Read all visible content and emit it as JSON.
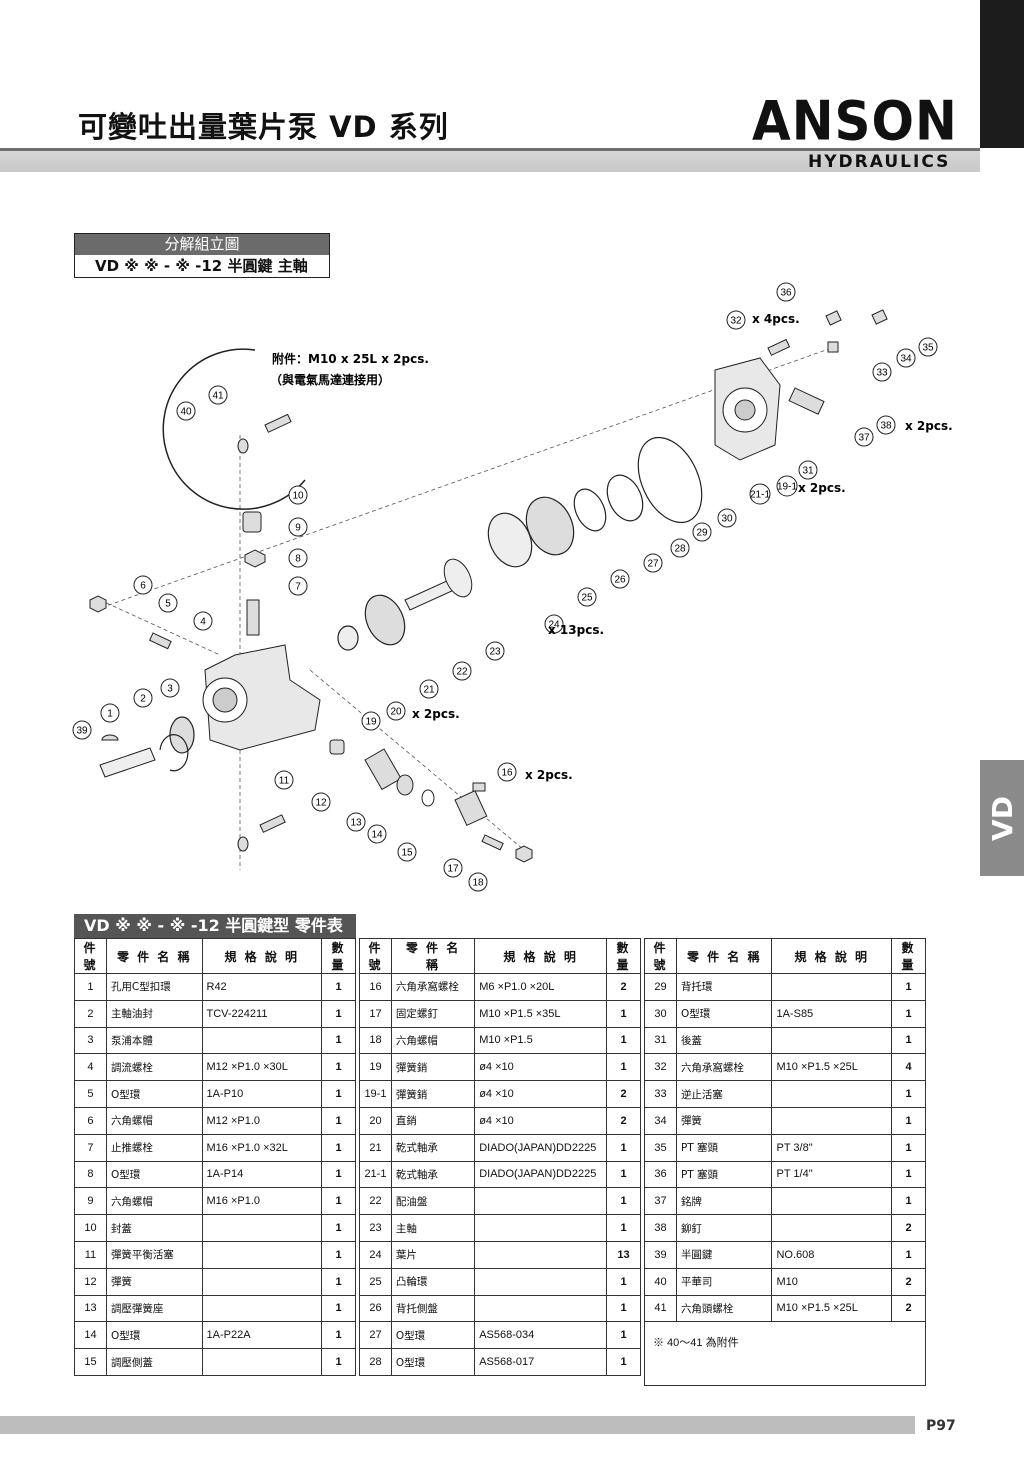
{
  "header": {
    "title": "可變吐出量葉片泵 VD 系列",
    "brand": "ANSON",
    "brand_sub": "HYDRAULICS"
  },
  "side_tab": "VD",
  "subtitle": {
    "top": "分解組立圖",
    "bottom": "VD ※ ※ - ※ -12 半圓鍵 主軸"
  },
  "diagram": {
    "note_line1": "附件：M10 x 25L x 2pcs.",
    "note_line2": "（與電氣馬達連接用）",
    "qty_labels": [
      "x 4pcs.",
      "x 2pcs.",
      "x 2pcs.",
      "x 13pcs.",
      "x 2pcs.",
      "x 2pcs."
    ],
    "callouts": [
      "36",
      "32",
      "35",
      "34",
      "33",
      "38",
      "37",
      "31",
      "19-1",
      "21-1",
      "30",
      "29",
      "28",
      "27",
      "26",
      "25",
      "24",
      "23",
      "22",
      "21",
      "20",
      "19",
      "41",
      "40",
      "10",
      "9",
      "8",
      "7",
      "6",
      "5",
      "4",
      "3",
      "2",
      "1",
      "39",
      "16",
      "11",
      "12",
      "13",
      "14",
      "15",
      "17",
      "18"
    ]
  },
  "table": {
    "title": "VD ※ ※ - ※ -12  半圓鍵型  零件表",
    "headers": [
      "件號",
      "零 件 名 稱",
      "規 格 說 明",
      "數量"
    ],
    "col1": [
      [
        "1",
        "孔用C型扣環",
        "R42",
        "1"
      ],
      [
        "2",
        "主軸油封",
        "TCV-224211",
        "1"
      ],
      [
        "3",
        "泵浦本體",
        "",
        "1"
      ],
      [
        "4",
        "調流螺栓",
        "M12 ×P1.0 ×30L",
        "1"
      ],
      [
        "5",
        "O型環",
        "1A-P10",
        "1"
      ],
      [
        "6",
        "六角螺帽",
        "M12 ×P1.0",
        "1"
      ],
      [
        "7",
        "止推螺栓",
        "M16 ×P1.0 ×32L",
        "1"
      ],
      [
        "8",
        "O型環",
        "1A-P14",
        "1"
      ],
      [
        "9",
        "六角螺帽",
        "M16 ×P1.0",
        "1"
      ],
      [
        "10",
        "封蓋",
        "",
        "1"
      ],
      [
        "11",
        "彈簧平衡活塞",
        "",
        "1"
      ],
      [
        "12",
        "彈簧",
        "",
        "1"
      ],
      [
        "13",
        "調壓彈簧座",
        "",
        "1"
      ],
      [
        "14",
        "O型環",
        "1A-P22A",
        "1"
      ],
      [
        "15",
        "調壓側蓋",
        "",
        "1"
      ]
    ],
    "col2": [
      [
        "16",
        "六角承窩螺栓",
        "M6 ×P1.0 ×20L",
        "2"
      ],
      [
        "17",
        "固定螺釘",
        "M10 ×P1.5 ×35L",
        "1"
      ],
      [
        "18",
        "六角螺帽",
        "M10 ×P1.5",
        "1"
      ],
      [
        "19",
        "彈簧銷",
        "ø4 ×10",
        "1"
      ],
      [
        "19-1",
        "彈簧銷",
        "ø4 ×10",
        "2"
      ],
      [
        "20",
        "直銷",
        "ø4 ×10",
        "2"
      ],
      [
        "21",
        "乾式軸承",
        "DIADO(JAPAN)DD2225",
        "1"
      ],
      [
        "21-1",
        "乾式軸承",
        "DIADO(JAPAN)DD2225",
        "1"
      ],
      [
        "22",
        "配油盤",
        "",
        "1"
      ],
      [
        "23",
        "主軸",
        "",
        "1"
      ],
      [
        "24",
        "葉片",
        "",
        "13"
      ],
      [
        "25",
        "凸輪環",
        "",
        "1"
      ],
      [
        "26",
        "背托側盤",
        "",
        "1"
      ],
      [
        "27",
        "O型環",
        "AS568-034",
        "1"
      ],
      [
        "28",
        "O型環",
        "AS568-017",
        "1"
      ]
    ],
    "col3": [
      [
        "29",
        "背托環",
        "",
        "1"
      ],
      [
        "30",
        "O型環",
        "1A-S85",
        "1"
      ],
      [
        "31",
        "後蓋",
        "",
        "1"
      ],
      [
        "32",
        "六角承窩螺栓",
        "M10 ×P1.5 ×25L",
        "4"
      ],
      [
        "33",
        "逆止活塞",
        "",
        "1"
      ],
      [
        "34",
        "彈簧",
        "",
        "1"
      ],
      [
        "35",
        "PT 塞頭",
        "PT 3/8\"",
        "1"
      ],
      [
        "36",
        "PT 塞頭",
        "PT 1/4\"",
        "1"
      ],
      [
        "37",
        "銘牌",
        "",
        "1"
      ],
      [
        "38",
        "鉚釘",
        "",
        "2"
      ],
      [
        "39",
        "半圓鍵",
        "NO.608",
        "1"
      ],
      [
        "40",
        "平華司",
        "M10",
        "2"
      ],
      [
        "41",
        "六角頭螺栓",
        "M10 ×P1.5 ×25L",
        "2"
      ]
    ],
    "col3_note": "※  40～41  為附件"
  },
  "footer": {
    "page": "P97"
  }
}
